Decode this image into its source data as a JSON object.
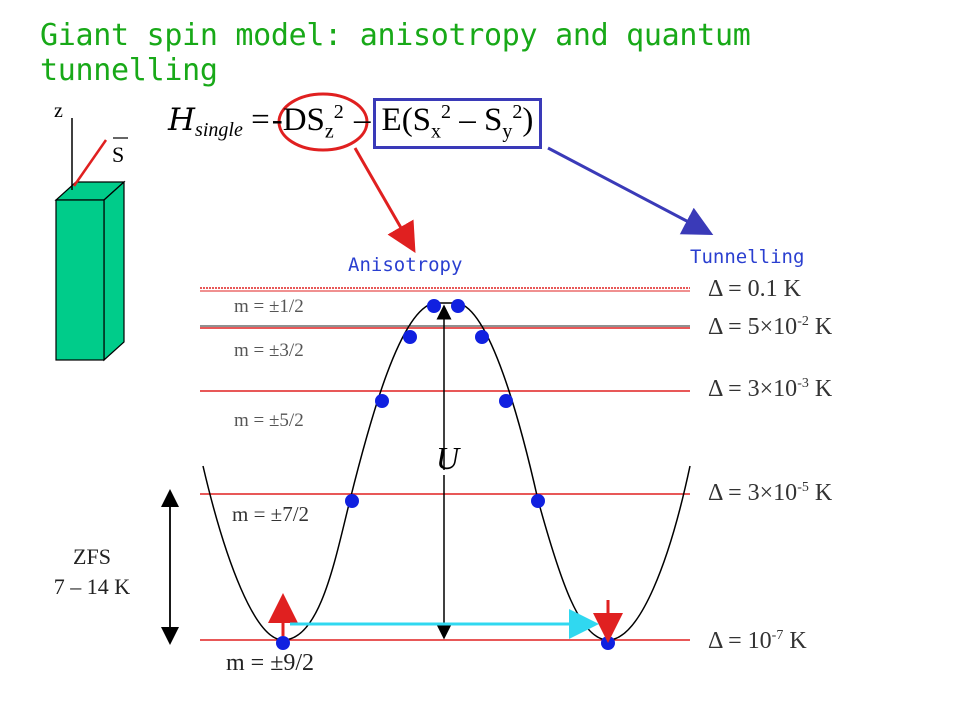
{
  "title": "Giant spin model: anisotropy and quantum tunnelling",
  "formula": {
    "h_symbol": "H",
    "h_subscript": "single",
    "eq": "=",
    "anisotropy_term_a": "-DS",
    "anisotropy_sub": "z",
    "anisotropy_sup": "2",
    "minus": "–",
    "tunnel_a": "E(S",
    "tunnel_sub_x": "x",
    "tunnel_sup_x": "2",
    "tunnel_mid": " – S",
    "tunnel_sub_y": "y",
    "tunnel_sup_y": "2",
    "tunnel_end": ")"
  },
  "axes": {
    "z_label": "z",
    "s_label": "S"
  },
  "annotations": {
    "anisotropy": "Anisotropy",
    "tunnelling": "Tunnelling",
    "u_label": "U",
    "zfs_line1": "ZFS",
    "zfs_line2": "7 – 14 K"
  },
  "levels": [
    {
      "m": "m = ±1/2",
      "delta": "Δ = 0.1 K"
    },
    {
      "m": "m = ±3/2",
      "delta_base": "Δ = 5×10",
      "delta_exp": "-2",
      "delta_unit": " K"
    },
    {
      "m": "m = ±5/2",
      "delta_base": "Δ = 3×10",
      "delta_exp": "-3",
      "delta_unit": " K"
    },
    {
      "m": "m = ±7/2",
      "delta_base": "Δ = 3×10",
      "delta_exp": "-5",
      "delta_unit": " K"
    },
    {
      "m": "m = ±9/2",
      "delta_base": "Δ = 10",
      "delta_exp": "-7",
      "delta_unit": " K"
    }
  ],
  "colors": {
    "title": "#18a918",
    "level_line": "#e02020",
    "dot": "#1020e0",
    "red_arrow": "#e02020",
    "blue_arrow": "#3a3ab8",
    "tunnel_arrow": "#30d8f0",
    "crystal_face": "#00cc8a"
  }
}
